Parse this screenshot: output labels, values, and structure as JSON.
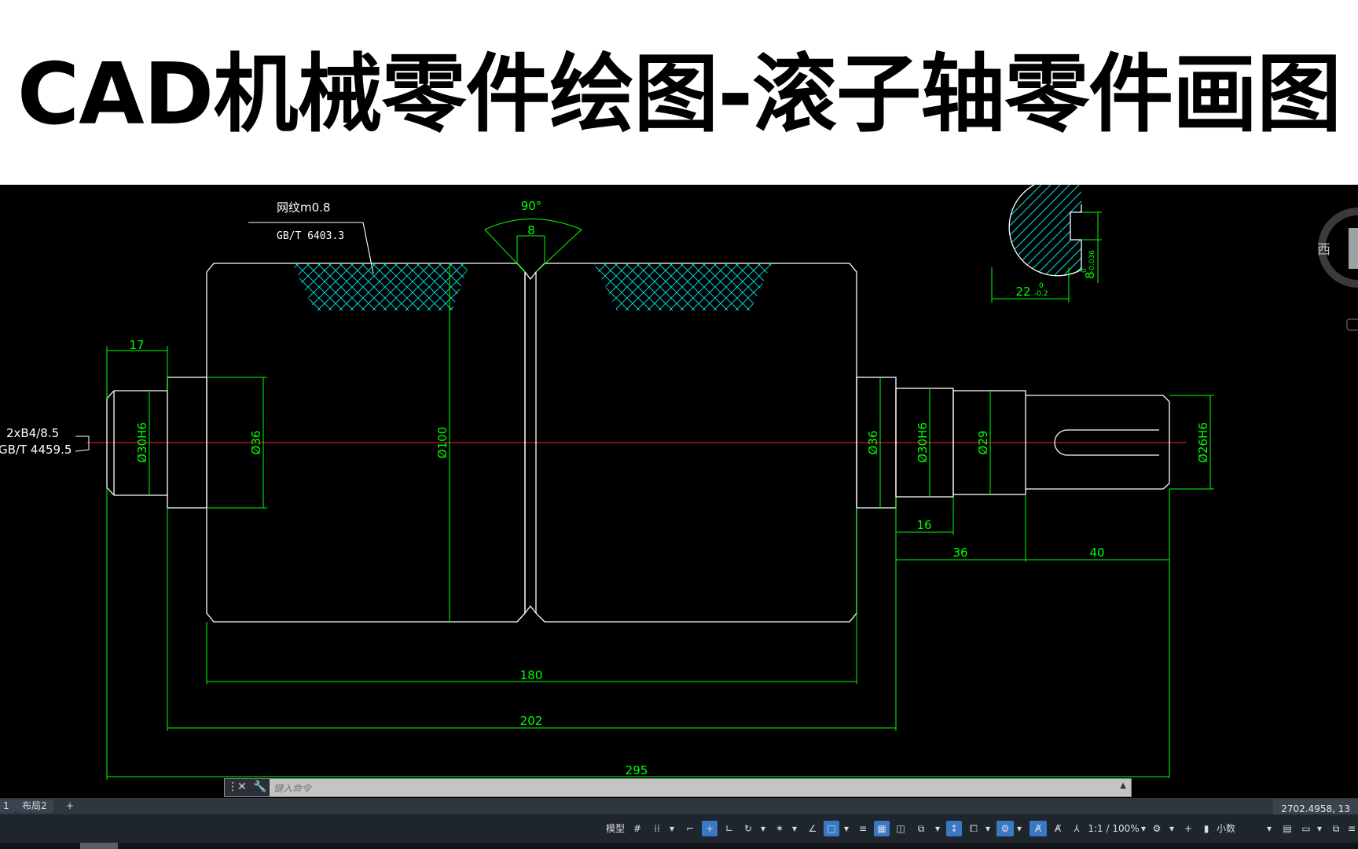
{
  "banner": {
    "title": "CAD机械零件绘图-滚子轴零件画图"
  },
  "drawing": {
    "knurl_label": "网纹m0.8",
    "knurl_std": "GB/T 6403.3",
    "angle": "90°",
    "groove_width": "8",
    "center_hole_label": "2xB4/8.5",
    "center_hole_std": "GB/T 4459.5",
    "dims": {
      "d17": "17",
      "d30h6_left": "Ø30H6",
      "d36_left": "Ø36",
      "d100": "Ø100",
      "d36_right": "Ø36",
      "d30h6_right": "Ø30H6",
      "d29": "Ø29",
      "d26h6": "Ø26H6",
      "d16": "16",
      "d36_len": "36",
      "d40": "40",
      "d180": "180",
      "d202": "202",
      "d295": "295"
    },
    "section": {
      "width": "22",
      "width_tol_up": "0",
      "width_tol_low": "-0.2",
      "key": "8",
      "key_tol_up": "0",
      "key_tol_low": "-0.036"
    },
    "viewcube_label": "西"
  },
  "command_line": {
    "placeholder": "键入命令"
  },
  "layout_tabs": [
    "1",
    "布局2",
    "+"
  ],
  "coordinates": "2702.4958, 13",
  "statusbar": {
    "model": "模型",
    "scale": "1:1 / 100%",
    "units": "小数"
  },
  "colors": {
    "green": "#00ff00",
    "white": "#ffffff",
    "cyan": "#00e5e5",
    "red": "#ff2020",
    "canvas": "#000000"
  }
}
